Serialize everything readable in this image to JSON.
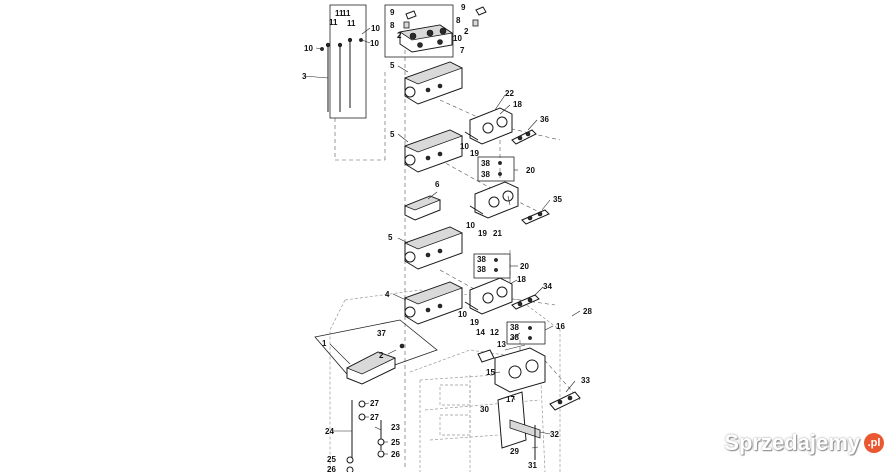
{
  "callouts": {
    "c1": "1",
    "c2a": "2",
    "c2b": "2",
    "c2c": "2",
    "c3": "3",
    "c4": "4",
    "c5a": "5",
    "c5b": "5",
    "c5c": "5",
    "c6": "6",
    "c7": "7",
    "c8a": "8",
    "c8b": "8",
    "c9a": "9",
    "c9b": "9",
    "c10a": "10",
    "c10b": "10",
    "c10c": "10",
    "c10d": "10",
    "c10e": "10",
    "c10f": "10",
    "c10g": "10",
    "c11a": "11",
    "c11b": "11",
    "c11c": "11",
    "c11d": "11",
    "c12": "12",
    "c13": "13",
    "c14": "14",
    "c15": "15",
    "c16": "16",
    "c17": "17",
    "c18a": "18",
    "c18b": "18",
    "c19a": "19",
    "c19b": "19",
    "c19c": "19",
    "c20a": "20",
    "c20b": "20",
    "c21": "21",
    "c22": "22",
    "c23": "23",
    "c24": "24",
    "c25a": "25",
    "c25b": "25",
    "c26a": "26",
    "c26b": "26",
    "c27a": "27",
    "c27b": "27",
    "c28": "28",
    "c29": "29",
    "c30": "30",
    "c31": "31",
    "c32": "32",
    "c33": "33",
    "c34": "34",
    "c35": "35",
    "c36": "36",
    "c37": "37",
    "c38a": "38",
    "c38b": "38",
    "c38c": "38",
    "c38d": "38",
    "c38e": "38",
    "c38f": "38"
  },
  "watermark": {
    "text": "Sprzedajemy",
    "badge": ".pl"
  }
}
